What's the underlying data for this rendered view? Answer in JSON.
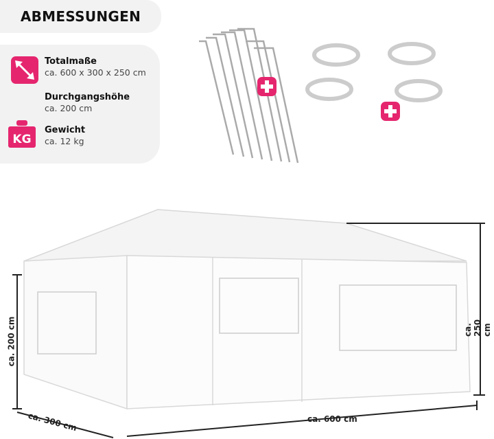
{
  "title": "ABMESSUNGEN",
  "specs": [
    {
      "label": "Totalmaße",
      "value": "ca. 600 x 300 x 250 cm",
      "icon": "diagonal-arrow-icon"
    },
    {
      "label": "Durchgangshöhe",
      "value": "ca. 200 cm"
    },
    {
      "label": "Gewicht",
      "value": "ca. 12 kg",
      "icon": "weight-kg-icon",
      "icon_text": "KG"
    }
  ],
  "dimensions": {
    "height_door": "ca. 200 cm",
    "height_total": "ca. 250 cm",
    "depth": "ca. 300 cm",
    "width": "ca. 600 cm"
  },
  "accent": "#e5266e"
}
